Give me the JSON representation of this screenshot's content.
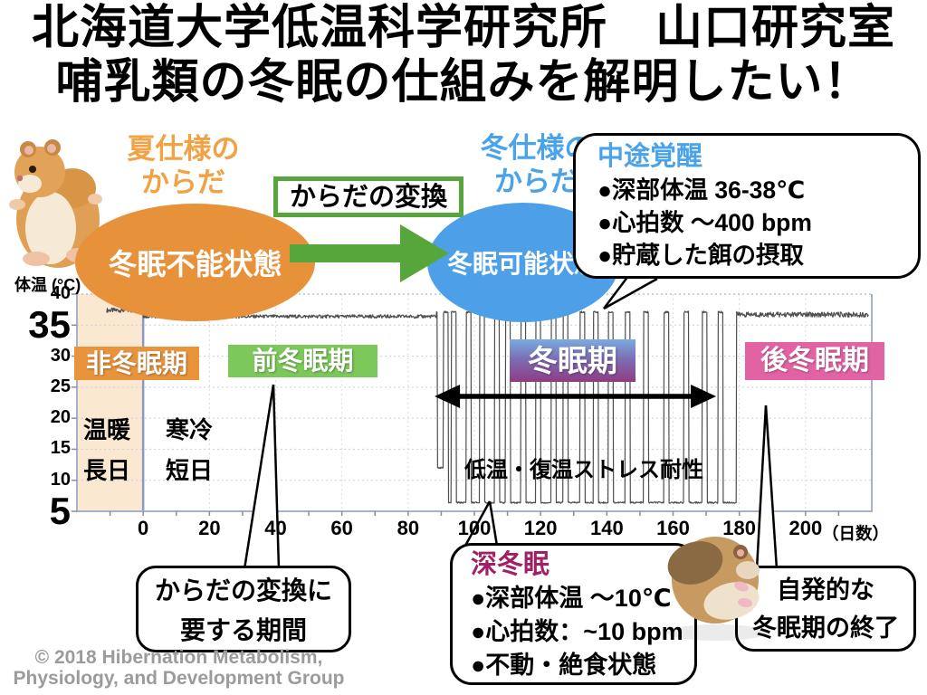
{
  "header": {
    "title_line1": "北海道大学低温科学研究所　山口研究室",
    "title_line2": "哺乳類の冬眠の仕組みを解明したい！"
  },
  "diagram": {
    "summer_label": {
      "line1": "夏仕様の",
      "line2": "からだ"
    },
    "conversion_label": "からだの変換",
    "winter_label": {
      "line1": "冬仕様の",
      "line2": "からだ"
    },
    "incapable_state": "冬眠不能状態",
    "capable_state": "冬眠可能状態"
  },
  "callouts": {
    "interbout_arousal": {
      "title": "中途覚醒",
      "bullets": [
        "●深部体温 36-38℃",
        "●心拍数 〜400 bpm",
        "●貯蔵した餌の摂取"
      ]
    },
    "conversion_period": {
      "line1": "からだの変換に",
      "line2": "要する期間"
    },
    "deep_hibernation": {
      "title": "深冬眠",
      "bullets": [
        "●深部体温 〜10℃",
        "●心拍数：~10 bpm",
        "●不動・絶食状態"
      ]
    },
    "spontaneous_end": {
      "line1": "自発的な",
      "line2": "冬眠期の終了"
    }
  },
  "footer": {
    "copyright_line1": "© 2018 Hibernation Metabolism,",
    "copyright_line2": "Physiology, and Development Group"
  },
  "icons": {
    "hamster_summer": "hamster-standing-photo",
    "hamster_winter": "hamster-curled-hibernating-photo"
  },
  "colors": {
    "summer_accent": "#F0A245",
    "winter_accent": "#4AA3E8",
    "conversion_green": "#57A63C",
    "incapable_orange": "#E8913B",
    "capable_blue": "#4D9FE8",
    "arousal_title_blue": "#4AA3E8",
    "deep_title_magenta": "#A02066",
    "phase_nonhib": "#E8943C",
    "phase_pre": "#7CC85A",
    "phase_hib_top": "#79ACDF",
    "phase_hib_mid": "#7B6FB5",
    "phase_hib_bottom": "#8E3C82",
    "phase_post": "#E263A4",
    "warm_region": "#FBE8D0",
    "trace": "#4F4F4F",
    "plot_border": "#A6B2CC",
    "day0_line": "#8B9AC0",
    "gridline": "#C9CFDD"
  },
  "chart_data": {
    "type": "line",
    "title": "",
    "ylabel": "体温 (°C)",
    "xlabel": "（日数）",
    "x_range": [
      -20,
      220
    ],
    "y_range": [
      5,
      40
    ],
    "x_ticks": [
      0,
      20,
      40,
      60,
      80,
      100,
      120,
      140,
      160,
      180,
      200
    ],
    "y_ticks": [
      40,
      35,
      30,
      25,
      20,
      15,
      10,
      5
    ],
    "y_ticks_large": [
      35,
      5
    ],
    "grid": true,
    "phases": [
      {
        "label": "非冬眠期"
      },
      {
        "label": "前冬眠期"
      },
      {
        "label": "冬眠期"
      },
      {
        "label": "後冬眠期"
      }
    ],
    "env_labels": {
      "warm": "温暖",
      "long_day": "長日",
      "cold": "寒冷",
      "short_day": "短日"
    },
    "stress_label": "低温・復温ストレス耐性",
    "warm_region_days": [
      -20,
      0
    ],
    "hibernation_arrow_days": [
      88,
      173
    ],
    "series": [
      {
        "name": "body_temperature",
        "start_day": -11,
        "end_day": 219,
        "pre_transfer_temp": 37.4,
        "euthermic_temp": 36.4,
        "arousal_temp": 37.1,
        "post_temp": 36.7,
        "torpor_low_temp": 6.4,
        "first_bout_low_temp": 12,
        "bouts": [
          [
            88.5,
            91.0
          ],
          [
            91.8,
            93.5
          ],
          [
            94.3,
            98.0
          ],
          [
            98.8,
            102.0
          ],
          [
            102.8,
            106.5
          ],
          [
            107.3,
            109.8
          ],
          [
            110.6,
            114.4
          ],
          [
            115.2,
            119.0
          ],
          [
            119.8,
            123.6
          ],
          [
            124.4,
            127.2
          ],
          [
            128.0,
            132.3
          ],
          [
            133.1,
            136.4
          ],
          [
            137.2,
            140.9
          ],
          [
            141.7,
            146.0
          ],
          [
            146.8,
            151.5
          ],
          [
            152.3,
            157.7
          ],
          [
            158.5,
            163.7
          ],
          [
            164.5,
            169.2
          ],
          [
            170.0,
            174.0
          ],
          [
            174.8,
            179.5
          ]
        ]
      }
    ]
  }
}
